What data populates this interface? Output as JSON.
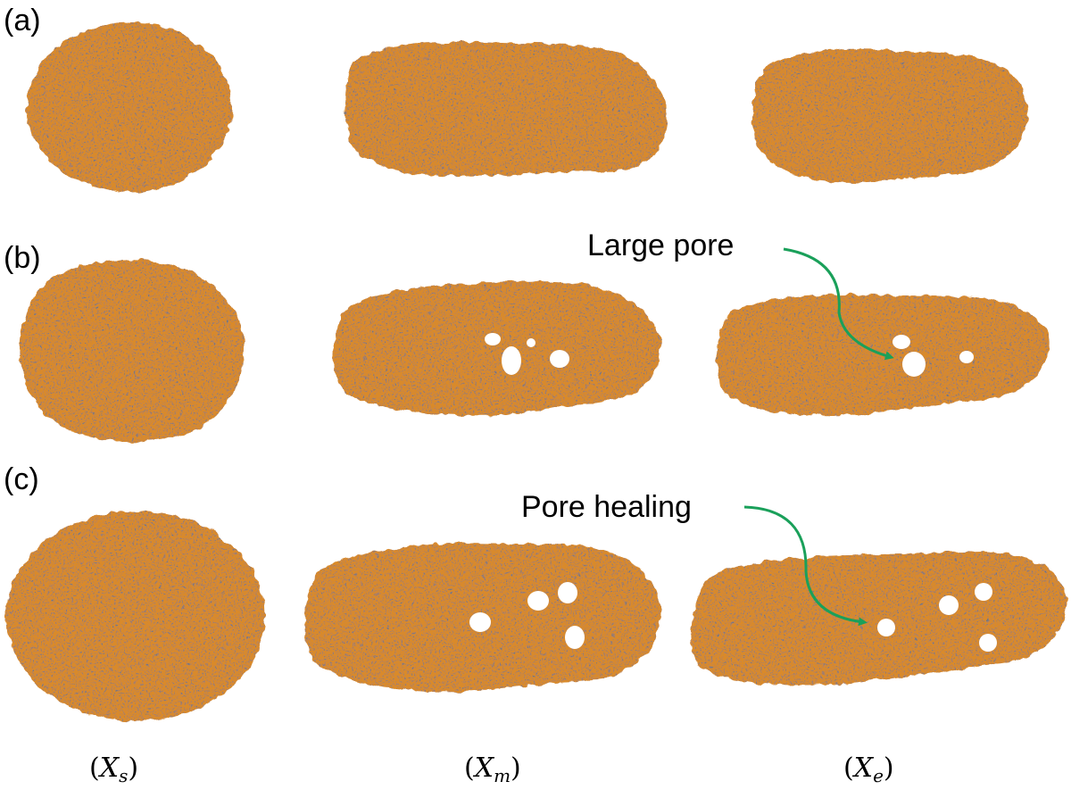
{
  "figure": {
    "panel_labels": [
      "(a)",
      "(b)",
      "(c)"
    ],
    "column_labels": [
      {
        "open": "(",
        "var": "X",
        "sub": "s",
        "close": ")"
      },
      {
        "open": "(",
        "var": "X",
        "sub": "m",
        "close": ")"
      },
      {
        "open": "(",
        "var": "X",
        "sub": "e",
        "close": ")"
      }
    ],
    "annotations": {
      "large_pore": "Large pore",
      "pore_healing": "Pore healing"
    },
    "colors": {
      "membrane": "#d98a2c",
      "membrane_light": "#e5993a",
      "speckle_dark": "#233040",
      "pore": "#ffffff",
      "arrow": "#1aa05a"
    }
  }
}
